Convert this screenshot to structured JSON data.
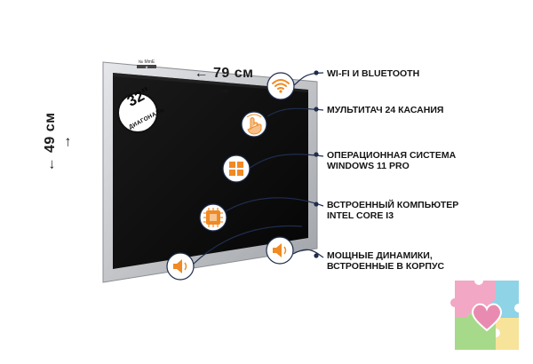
{
  "product": {
    "brand_mark": "№ MmE",
    "width_label": "← 79 см →",
    "height_label": "← 49 см →",
    "diagonal_value": "32\"",
    "diagonal_label": "ДИАГОНАЛЬ"
  },
  "features": [
    {
      "lines": [
        "WI-FI И BLUETOOTH"
      ],
      "icon": "wifi-icon"
    },
    {
      "lines": [
        "МУЛЬТИТАЧ 24 КАСАНИЯ"
      ],
      "icon": "multitouch-hand-icon"
    },
    {
      "lines": [
        "ОПЕРАЦИОННАЯ СИСТЕМА",
        "WINDOWS 11 PRO"
      ],
      "icon": "windows-logo-icon"
    },
    {
      "lines": [
        "ВСТРОЕННЫЙ КОМПЬЮТЕР",
        "INTEL CORE I3"
      ],
      "icon": "cpu-chip-icon"
    },
    {
      "lines": [
        "МОЩНЫЕ ДИНАМИКИ,",
        "ВСТРОЕННЫЕ В КОРПУС"
      ],
      "icon": "speaker-icon"
    }
  ],
  "colors": {
    "accent_orange": "#f08a24",
    "connector_navy": "#1f2d4d",
    "frame_silver": "#c9cbcf",
    "screen_black": "#0c0c0c",
    "puzzle_pink": "#f2a7c4",
    "puzzle_blue": "#8fd3e6",
    "puzzle_green": "#a7d98a",
    "puzzle_yellow": "#f7e39a",
    "puzzle_heart": "#e98bb0"
  },
  "decor": {
    "puzzle_logo": "puzzle-heart-logo"
  }
}
